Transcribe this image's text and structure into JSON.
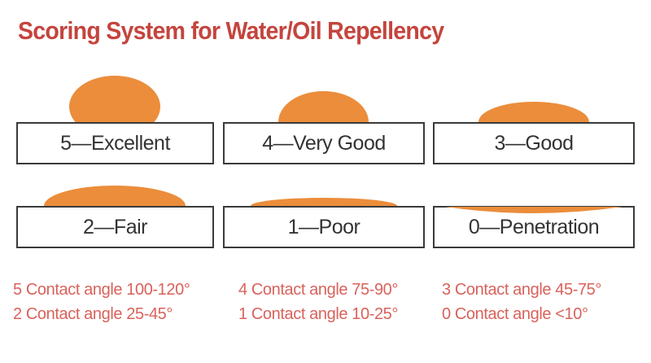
{
  "title": "Scoring System for Water/Oil Repellency",
  "colors": {
    "title": "#C4453E",
    "annotation": "#D9625B",
    "droplet": "#EB8D3B",
    "box_border": "#3A3A3A",
    "box_label": "#333333",
    "background": "#FFFFFF"
  },
  "scores": [
    {
      "score": 5,
      "label": "5—Excellent",
      "droplet_icon": "large-round-droplet-icon"
    },
    {
      "score": 4,
      "label": "4—Very Good",
      "droplet_icon": "dome-droplet-icon"
    },
    {
      "score": 3,
      "label": "3—Good",
      "droplet_icon": "low-dome-droplet-icon"
    },
    {
      "score": 2,
      "label": "2—Fair",
      "droplet_icon": "flat-dome-droplet-icon"
    },
    {
      "score": 1,
      "label": "1—Poor",
      "droplet_icon": "thin-film-droplet-icon"
    },
    {
      "score": 0,
      "label": "0—Penetration",
      "droplet_icon": "penetrating-film-icon"
    }
  ],
  "annotations": [
    {
      "text": "5 Contact angle 100-120°"
    },
    {
      "text": "4 Contact angle 75-90°"
    },
    {
      "text": "3 Contact angle 45-75°"
    },
    {
      "text": "2 Contact angle 25-45°"
    },
    {
      "text": "1 Contact angle 10-25°"
    },
    {
      "text": "0 Contact angle <10°"
    }
  ]
}
